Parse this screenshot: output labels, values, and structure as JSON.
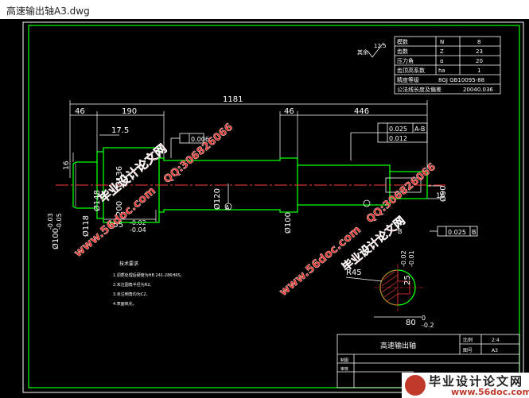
{
  "window": {
    "title": "高速输出轴A3.dwg"
  },
  "table": {
    "rows": [
      [
        "模数",
        "N",
        "8"
      ],
      [
        "齿数",
        "Z",
        "23"
      ],
      [
        "压力角",
        "α",
        "20"
      ],
      [
        "齿顶高系数",
        "ha",
        "1"
      ],
      [
        "精度等级",
        "8GJ GB10095-88",
        ""
      ],
      [
        "公法线长度及偏差",
        "",
        "20040.036"
      ]
    ]
  },
  "dims": {
    "total": "1181",
    "d46a": "46",
    "d190": "190",
    "d46b": "46",
    "d446": "446",
    "d17_5": "17.5",
    "d16a": "16",
    "d16b": "16",
    "d155": "155",
    "tol155a": "-0.02",
    "tol155b": "-0.04",
    "phi148": "Ø148",
    "phi118": "Ø118",
    "phi136": "Ø136",
    "phi120": "Ø120",
    "phi100b": "Ø100",
    "phi90": "Ø90",
    "phi100a": "Ø100",
    "tol100a": "-0.03",
    "tol100b": "-0.05",
    "d200": "200",
    "d25": "25",
    "d0_006": "0.006",
    "d025_AB": "0.025",
    "d0_012": "0.012",
    "d0_025B": "0.025",
    "letter_AB": "A-B",
    "letter_B": "B",
    "letter_A": "A",
    "letter_Bbox": "B",
    "surf125": "12.5",
    "surf_other": "其余",
    "r45": "R45",
    "d80": "80",
    "tol80a": "0",
    "tol80b": "-0.2",
    "tol25a": "-0.02",
    "tol25b": "-0.01",
    "sec25": "25"
  },
  "notes": {
    "title": "技术要求",
    "lines": [
      "1.调质处理后硬度为HB 241-286HRS,",
      "2.未注圆角半径为R2。",
      "3.未注倒角均为C2。",
      "4.表面氧化。"
    ]
  },
  "titleblock": {
    "name": "高速输出轴",
    "scale_label": "比例",
    "scale_value": "2:4",
    "sheet_label": "图号",
    "sheet_value": "A3",
    "designer_label": "制图",
    "checker_label": "审核"
  },
  "watermarks": {
    "site": "www.56doc.com",
    "brand": "毕业设计论文网",
    "qq": "QQ:306826066"
  },
  "footer": {
    "brand": "毕业设计论文网",
    "site": "www.56doc.com"
  },
  "colors": {
    "bg": "#000000",
    "frame": "#00ff00",
    "white": "#ffffff",
    "yellow": "#ffff00",
    "red": "#ff3b3b",
    "cyan": "#00ffff",
    "watermark": "#e8302a"
  }
}
